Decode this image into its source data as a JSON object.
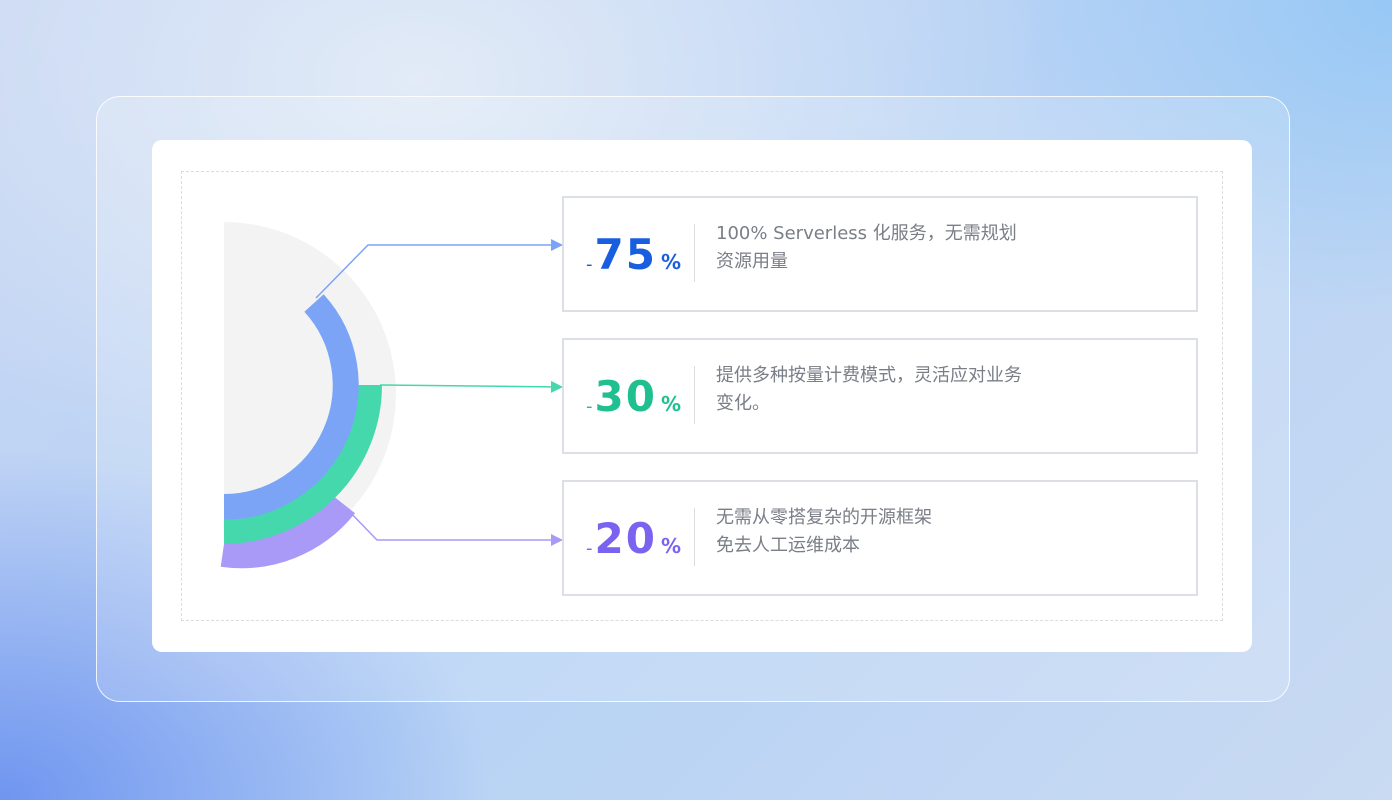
{
  "colors": {
    "blue": "#1a5ee0",
    "green": "#1fbf8f",
    "purple": "#7b63f0",
    "ring_blue": "#7ba4f7",
    "ring_green": "#44d8ac",
    "ring_purple": "#a89af6",
    "bg_circle": "#f3f3f3"
  },
  "stats": [
    {
      "sign": "-",
      "value": "75",
      "unit": "%",
      "line1": "100% Serverless 化服务，无需规划",
      "line2": "资源用量"
    },
    {
      "sign": "-",
      "value": "30",
      "unit": "%",
      "line1": "提供多种按量计费模式，灵活应对业务",
      "line2": "变化。"
    },
    {
      "sign": "-",
      "value": "20",
      "unit": "%",
      "line1": "无需从零搭复杂的开源框架",
      "line2": "免去人工运维成本"
    }
  ]
}
